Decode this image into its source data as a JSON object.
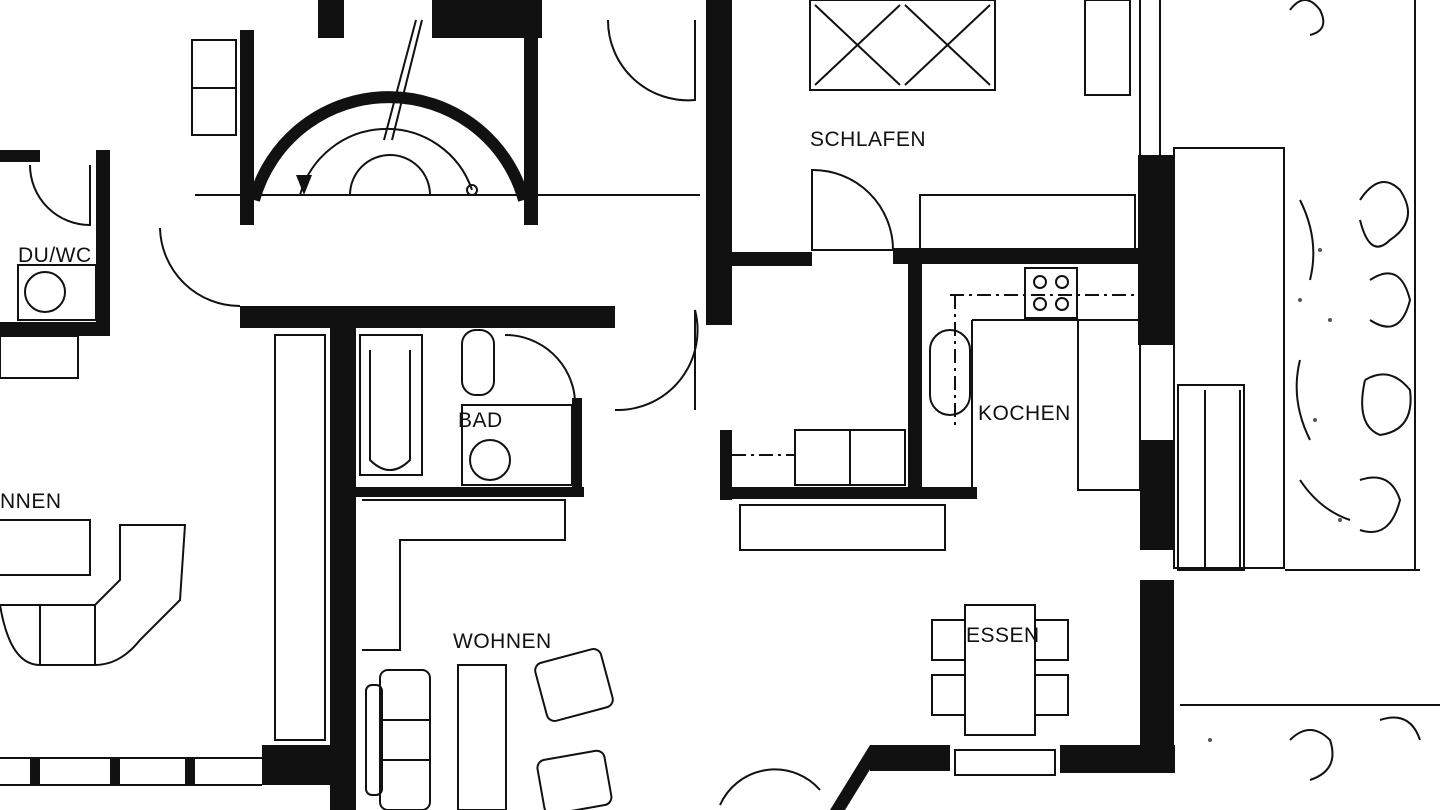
{
  "plan": {
    "rooms": {
      "schlafen": "SCHLAFEN",
      "du_wc": "DU/WC",
      "bad": "BAD",
      "kochen": "KOCHEN",
      "wohnen_left": "NNEN",
      "wohnen": "WOHNEN",
      "essen": "ESSEN"
    },
    "line_color": "#111111",
    "background": "#ffffff"
  }
}
